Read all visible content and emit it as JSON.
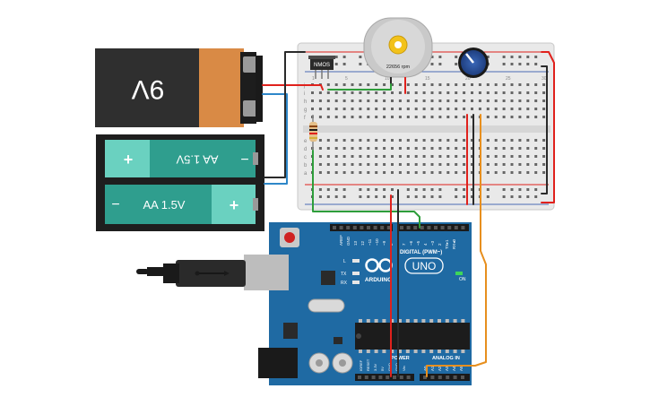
{
  "battery_9v": {
    "label": "9V"
  },
  "battery_aa_top": {
    "label": "AA 1.5V",
    "plus": "+",
    "minus": "−"
  },
  "battery_aa_bottom": {
    "label": "AA 1.5V",
    "plus": "+",
    "minus": "−"
  },
  "mosfet": {
    "label": "NMOS"
  },
  "motor": {
    "label": "22656 rpm"
  },
  "arduino": {
    "brand": "ARDUINO",
    "model": "UNO",
    "digital_label": "DIGITAL (PWM~)",
    "analog_label": "ANALOG IN",
    "power_label": "POWER",
    "on_label": "ON",
    "l_label": "L",
    "tx_label": "TX",
    "rx_label": "RX",
    "aref_label": "AREF",
    "gnd_label": "GND",
    "digital_pins": [
      "13",
      "12",
      "~11",
      "~10",
      "~9",
      "8",
      "7",
      "~6",
      "~5",
      "4",
      "~3",
      "2",
      "TX▸1",
      "RX◂0"
    ],
    "power_pins": [
      "IOREF",
      "RESET",
      "3.3V",
      "5V",
      "GND",
      "GND",
      "Vin"
    ],
    "analog_pins": [
      "A0",
      "A1",
      "A2",
      "A3",
      "A4",
      "A5"
    ]
  },
  "breadboard": {
    "row_letters_top": [
      "j",
      "i",
      "h",
      "g",
      "f"
    ],
    "row_letters_bottom": [
      "e",
      "d",
      "c",
      "b",
      "a"
    ],
    "col_numbers": [
      "1",
      "5",
      "10",
      "15",
      "20",
      "25",
      "30"
    ]
  },
  "colors": {
    "wire_red": "#e0211c",
    "wire_black": "#2a2a2a",
    "wire_green": "#2e9e3b",
    "wire_blue": "#2e87c9",
    "wire_orange": "#e78f1e",
    "arduino_blue": "#1f6aa3",
    "breadboard": "#ececec"
  }
}
